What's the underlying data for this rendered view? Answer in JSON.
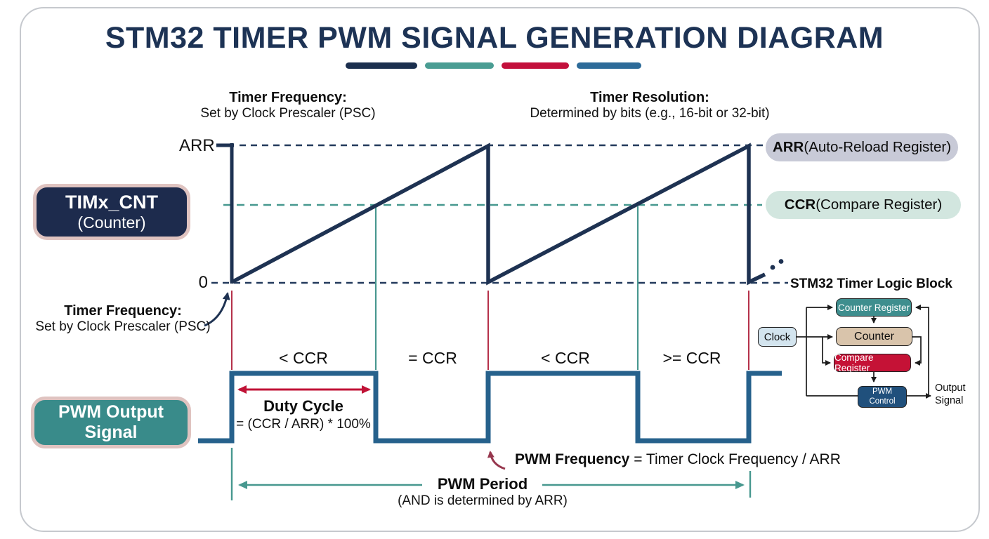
{
  "title": "STM32 TIMER PWM SIGNAL GENERATION DIAGRAM",
  "underline_bars": {
    "colors": [
      "#1b2f4e",
      "#4a9d93",
      "#c3103c",
      "#2d6b99"
    ]
  },
  "palette": {
    "navy": "#1e3252",
    "teal": "#47988f",
    "crimson": "#c01236",
    "steel_blue": "#26618c",
    "maroon": "#97374e",
    "pink_badge_border": "#dfc3c0"
  },
  "top_notes": {
    "frequency": {
      "heading": "Timer Frequency:",
      "body": "Set by Clock Prescaler (PSC)"
    },
    "resolution": {
      "heading": "Timer Resolution:",
      "body": "Determined by bits (e.g., 16-bit or 32-bit)"
    }
  },
  "counter_section": {
    "badge": {
      "line1": "TIMx_CNT",
      "line2": "(Counter)"
    },
    "axis": {
      "arr_label": "ARR",
      "zero_label": "0"
    },
    "arr_pill": {
      "bold": "ARR",
      "rest": " (Auto-Reload Register)"
    },
    "ccr_pill": {
      "bold": "CCR",
      "rest": " (Compare Register)"
    },
    "left_note": {
      "heading": "Timer Frequency:",
      "body": "Set by Clock Prescaler (PSC)"
    }
  },
  "segments": [
    {
      "label": "< CCR"
    },
    {
      "label": "= CCR"
    },
    {
      "label": "< CCR"
    },
    {
      "label": ">= CCR"
    }
  ],
  "pwm_section": {
    "badge": {
      "line1": "PWM Output",
      "line2": "Signal"
    },
    "duty": {
      "heading": "Duty Cycle",
      "formula": "= (CCR / ARR) * 100%"
    },
    "frequency": {
      "bold": "PWM Frequency",
      "rest": " = Timer Clock Frequency / ARR"
    },
    "period": {
      "heading": "PWM Period",
      "sub": "(AND is determined by ARR)"
    }
  },
  "logic_block": {
    "title": "STM32 Timer Logic Block",
    "clock": "Clock",
    "counter_register": "Counter Register",
    "counter": "Counter",
    "compare_register": "Compare Register",
    "pwm_control_line1": "PWM",
    "pwm_control_line2": "Control",
    "output_line1": "Output",
    "output_line2": "Signal"
  }
}
